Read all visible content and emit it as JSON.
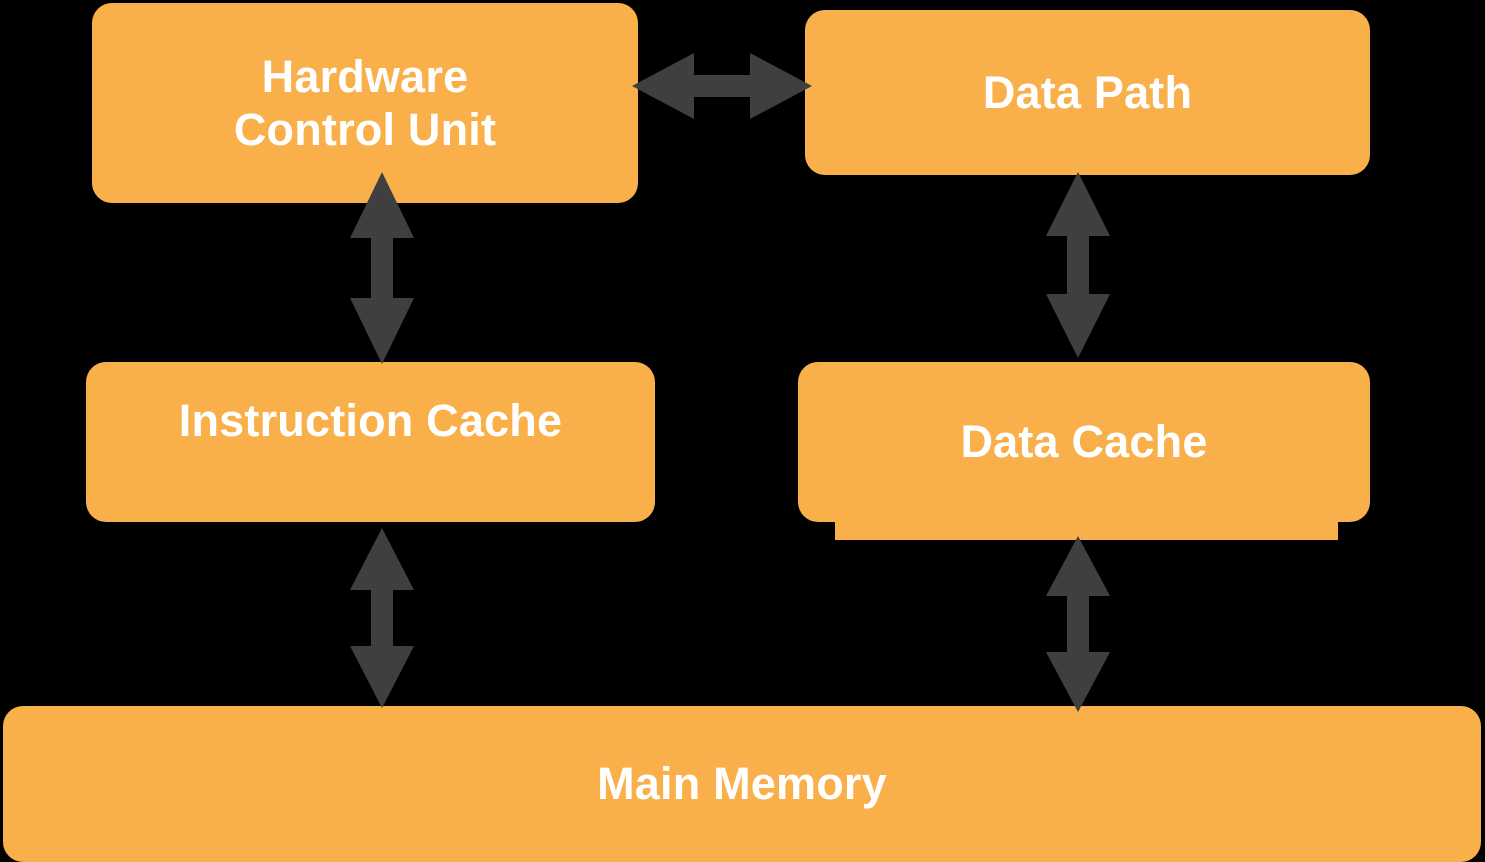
{
  "diagram": {
    "title": "CPU Memory Hierarchy Block Diagram",
    "background_color": "#000000",
    "node_color": "#F9B04A",
    "node_text_color": "#FFFFFF",
    "arrow_color": "#3F3F3F"
  },
  "nodes": [
    {
      "id": "hardware-control-unit",
      "label": "Hardware\nControl Unit",
      "line1": "Hardware",
      "line2": "Control Unit"
    },
    {
      "id": "data-path",
      "label": "Data Path"
    },
    {
      "id": "instruction-cache",
      "label": "Instruction Cache"
    },
    {
      "id": "data-cache",
      "label": "Data Cache"
    },
    {
      "id": "main-memory",
      "label": "Main Memory"
    }
  ],
  "connections": [
    {
      "id": "hcu-datapath",
      "from": "hardware-control-unit",
      "to": "data-path",
      "direction": "bidirectional",
      "orientation": "horizontal"
    },
    {
      "id": "hcu-instruction-cache",
      "from": "hardware-control-unit",
      "to": "instruction-cache",
      "direction": "bidirectional",
      "orientation": "vertical"
    },
    {
      "id": "datapath-data-cache",
      "from": "data-path",
      "to": "data-cache",
      "direction": "bidirectional",
      "orientation": "vertical"
    },
    {
      "id": "instruction-cache-main-memory",
      "from": "instruction-cache",
      "to": "main-memory",
      "direction": "bidirectional",
      "orientation": "vertical"
    },
    {
      "id": "data-cache-main-memory",
      "from": "data-cache",
      "to": "main-memory",
      "direction": "bidirectional",
      "orientation": "vertical"
    }
  ]
}
